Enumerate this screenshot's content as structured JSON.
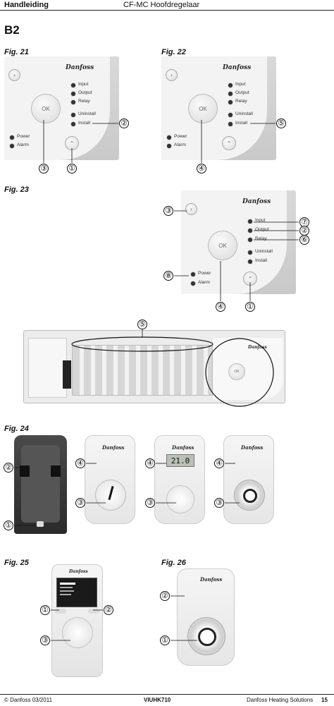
{
  "header": {
    "left": "Handleiding",
    "center": "CF-MC Hoofdregelaar"
  },
  "section": "B2",
  "brand": "Danfoss",
  "figures": {
    "fig21": "Fig. 21",
    "fig22": "Fig. 22",
    "fig23": "Fig. 23",
    "fig24": "Fig. 24",
    "fig25": "Fig. 25",
    "fig26": "Fig. 26"
  },
  "panel": {
    "input": "Input",
    "output": "Output",
    "relay": "Relay",
    "uninstall": "Uninstall",
    "install": "Install",
    "power": "Power",
    "alarm": "Alarm",
    "ok": "OK"
  },
  "thermostat_display": "21.0",
  "callouts": {
    "c1": "①",
    "c2": "②",
    "c3": "③",
    "c4": "④",
    "c5": "⑤",
    "c6": "⑥",
    "c7": "⑦",
    "c8": "⑧"
  },
  "footer": {
    "left": "© Danfoss 03/2011",
    "center": "VIUHK710",
    "right": "Danfoss Heating Solutions",
    "page": "15"
  }
}
